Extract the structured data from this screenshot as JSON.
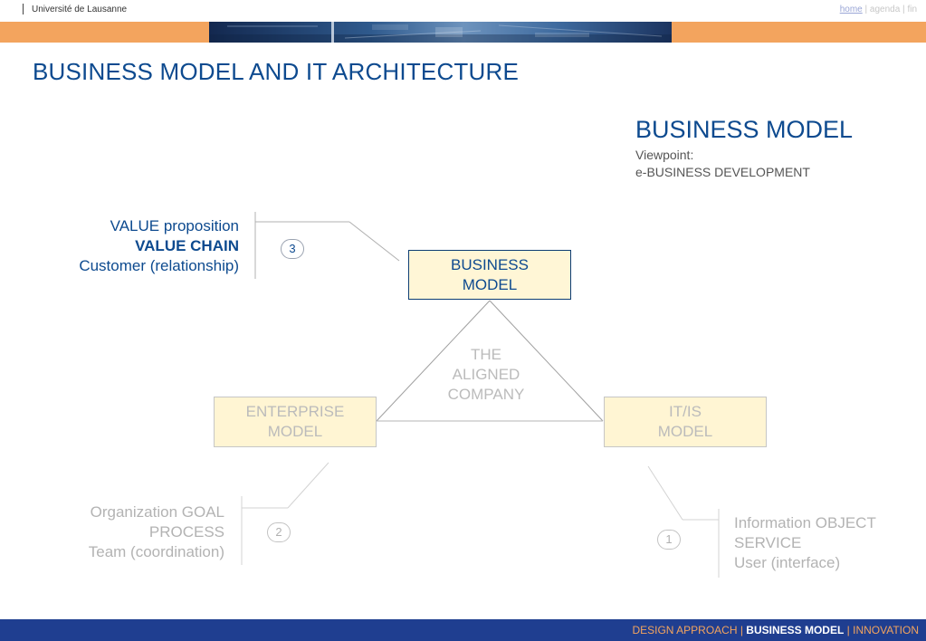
{
  "header": {
    "university": "Université de Lausanne",
    "nav": {
      "home": "home",
      "sep1": "|",
      "agenda": "agenda",
      "sep2": "|",
      "fin": "fin"
    }
  },
  "slide": {
    "title": "BUSINESS MODEL AND IT ARCHITECTURE",
    "viewpoint_title": "BUSINESS MODEL",
    "viewpoint_line1": "Viewpoint:",
    "viewpoint_line2": "e-BUSINESS DEVELOPMENT"
  },
  "diagram": {
    "business_model": {
      "line1": "BUSINESS",
      "line2": "MODEL"
    },
    "enterprise_model": {
      "line1": "ENTERPRISE",
      "line2": "MODEL"
    },
    "itis_model": {
      "line1": "IT/IS",
      "line2": "MODEL"
    },
    "center": {
      "line1": "THE",
      "line2": "ALIGNED",
      "line3": "COMPANY"
    },
    "business_list": [
      "VALUE proposition",
      "VALUE CHAIN",
      "Customer (relationship)"
    ],
    "enterprise_list": [
      "Organization GOAL",
      "PROCESS",
      "Team (coordination)"
    ],
    "itis_list": [
      "Information OBJECT",
      "SERVICE",
      "User (interface)"
    ],
    "badges": {
      "business": "3",
      "enterprise": "2",
      "itis": "1"
    }
  },
  "footer": {
    "part1": "DESIGN APPROACH",
    "sep1": " | ",
    "current": "BUSINESS MODEL",
    "sep2": " | ",
    "part3": "INNOVATION"
  },
  "colors": {
    "title_blue": "#0d4a8f",
    "accent_orange": "#f3a45e",
    "footer_blue": "#1f3e90",
    "box_fill": "#fff5d3",
    "muted_gray": "#b3b3b3"
  }
}
